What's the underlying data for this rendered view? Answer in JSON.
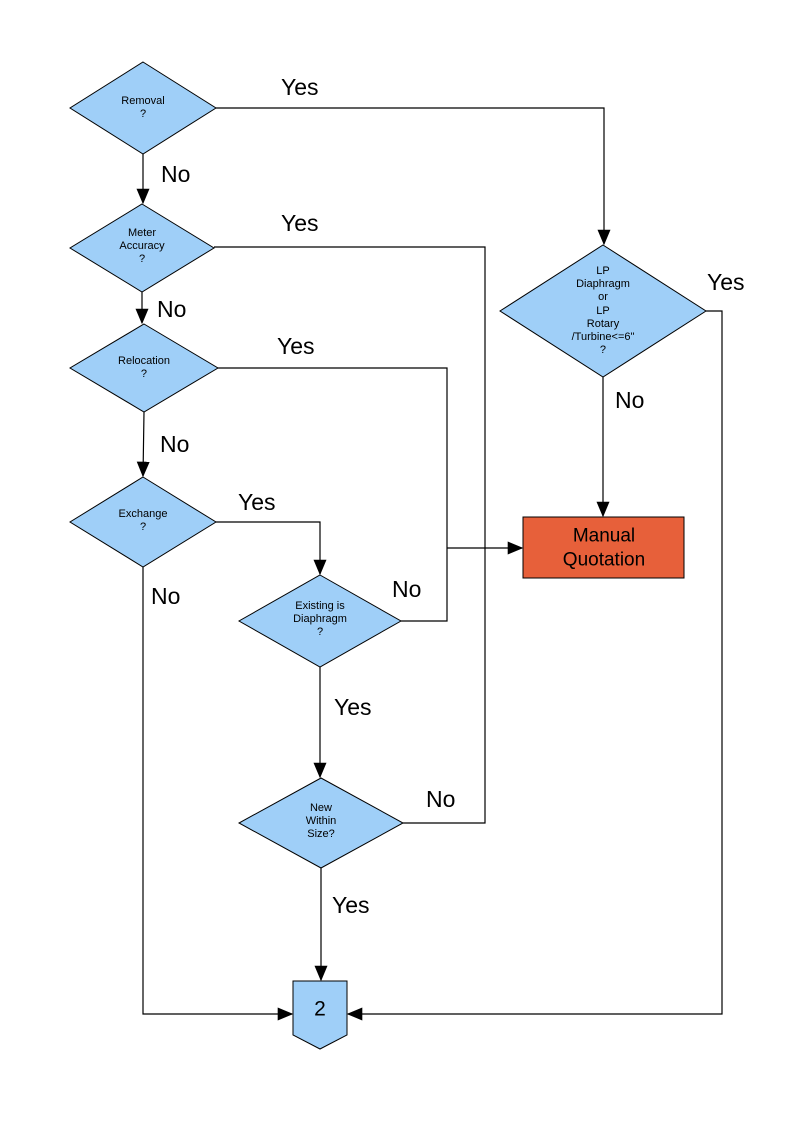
{
  "palette": {
    "decision_fill": "#9FCFF8",
    "manual_fill": "#E7603A",
    "connector_fill": "#9FCFF8",
    "line_color": "#000000",
    "background": "#FFFFFF"
  },
  "nodes": {
    "removal": {
      "label": "Removal\n?"
    },
    "meter": {
      "label": "Meter\nAccuracy\n?"
    },
    "relocation": {
      "label": "Relocation\n?"
    },
    "exchange": {
      "label": "Exchange\n?"
    },
    "existing": {
      "label": "Existing is\nDiaphragm\n?"
    },
    "newsize": {
      "label": "New\nWithin\nSize?"
    },
    "lp": {
      "label": "LP\nDiaphragm\nor\nLP\nRotary\n/Turbine<=6\"\n?"
    },
    "manual": {
      "label": "Manual\nQuotation"
    },
    "connector2": {
      "label": "2"
    }
  },
  "edge_labels": {
    "removal_yes": "Yes",
    "removal_no": "No",
    "meter_yes": "Yes",
    "meter_no": "No",
    "relocation_yes": "Yes",
    "relocation_no": "No",
    "exchange_yes": "Yes",
    "exchange_no": "No",
    "existing_no": "No",
    "existing_yes": "Yes",
    "newsize_no": "No",
    "newsize_yes": "Yes",
    "lp_yes": "Yes",
    "lp_no": "No"
  }
}
